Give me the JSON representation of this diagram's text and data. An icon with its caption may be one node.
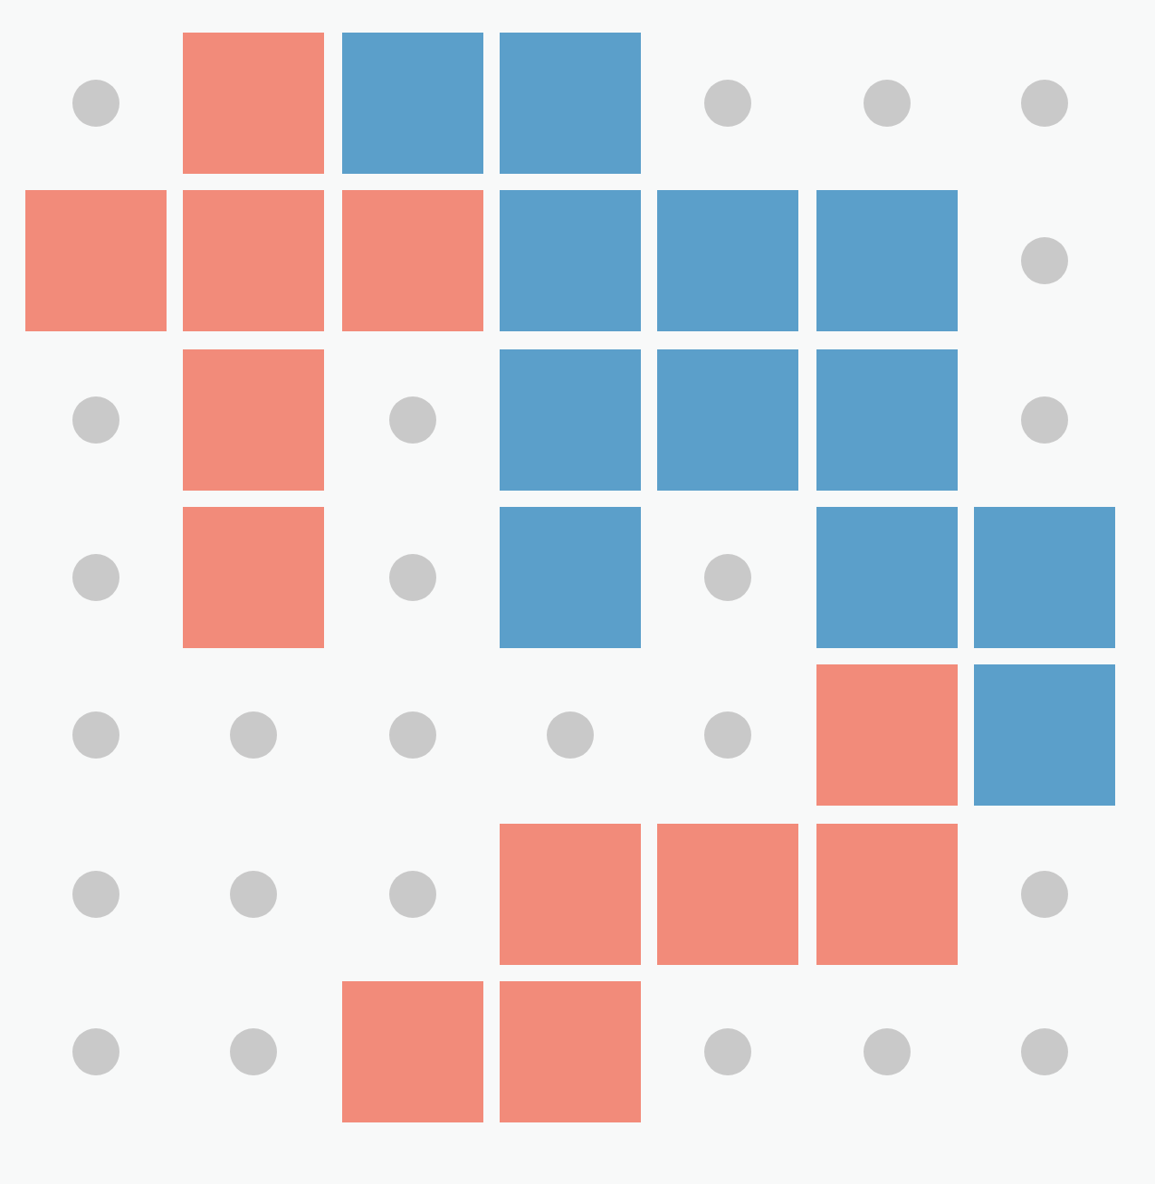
{
  "diagram": {
    "nodes": [
      {
        "text": [],
        "shape": "circle"
      },
      {
        "text": [],
        "shape": "box"
      },
      {
        "text": [],
        "shape": "box"
      },
      {
        "text": [],
        "shape": "box"
      },
      {
        "text": [],
        "shape": "circle"
      },
      {
        "text": [],
        "shape": "circle"
      },
      {
        "text": [],
        "shape": "circle"
      },
      {
        "text": [],
        "shape": "box"
      },
      {
        "text": [],
        "shape": "box"
      },
      {
        "text": [],
        "shape": "box"
      },
      {
        "text": [],
        "shape": "box"
      },
      {
        "text": [],
        "shape": "box"
      },
      {
        "text": [],
        "shape": "box"
      },
      {
        "text": [],
        "shape": "circle"
      },
      {
        "text": [],
        "shape": "circle"
      },
      {
        "text": [],
        "shape": "box"
      },
      {
        "text": [],
        "shape": "circle"
      },
      {
        "text": [],
        "shape": "box"
      },
      {
        "text": [],
        "shape": "box"
      },
      {
        "text": [],
        "shape": "box"
      },
      {
        "text": [],
        "shape": "circle"
      },
      {
        "text": [],
        "shape": "circle"
      },
      {
        "text": [],
        "shape": "box"
      },
      {
        "text": [],
        "shape": "circle"
      },
      {
        "text": [],
        "shape": "box"
      },
      {
        "text": [],
        "shape": "circle"
      },
      {
        "text": [],
        "shape": "box"
      },
      {
        "text": [],
        "shape": "box"
      },
      {
        "text": [],
        "shape": "circle"
      },
      {
        "text": [],
        "shape": "circle"
      },
      {
        "text": [],
        "shape": "circle"
      },
      {
        "text": [],
        "shape": "circle"
      },
      {
        "text": [],
        "shape": "circle"
      },
      {
        "text": [],
        "shape": "box"
      },
      {
        "text": [],
        "shape": "box"
      },
      {
        "text": [],
        "shape": "circle"
      },
      {
        "text": [],
        "shape": "circle"
      },
      {
        "text": [],
        "shape": "circle"
      },
      {
        "text": [],
        "shape": "box"
      },
      {
        "text": [],
        "shape": "box"
      },
      {
        "text": [],
        "shape": "box"
      },
      {
        "text": [],
        "shape": "circle"
      },
      {
        "text": [],
        "shape": "circle"
      },
      {
        "text": [],
        "shape": "circle"
      },
      {
        "text": [],
        "shape": "box"
      },
      {
        "text": [],
        "shape": "box"
      },
      {
        "text": [],
        "shape": "circle"
      },
      {
        "text": [],
        "shape": "circle"
      },
      {
        "text": [],
        "shape": "circle"
      }
    ]
  }
}
